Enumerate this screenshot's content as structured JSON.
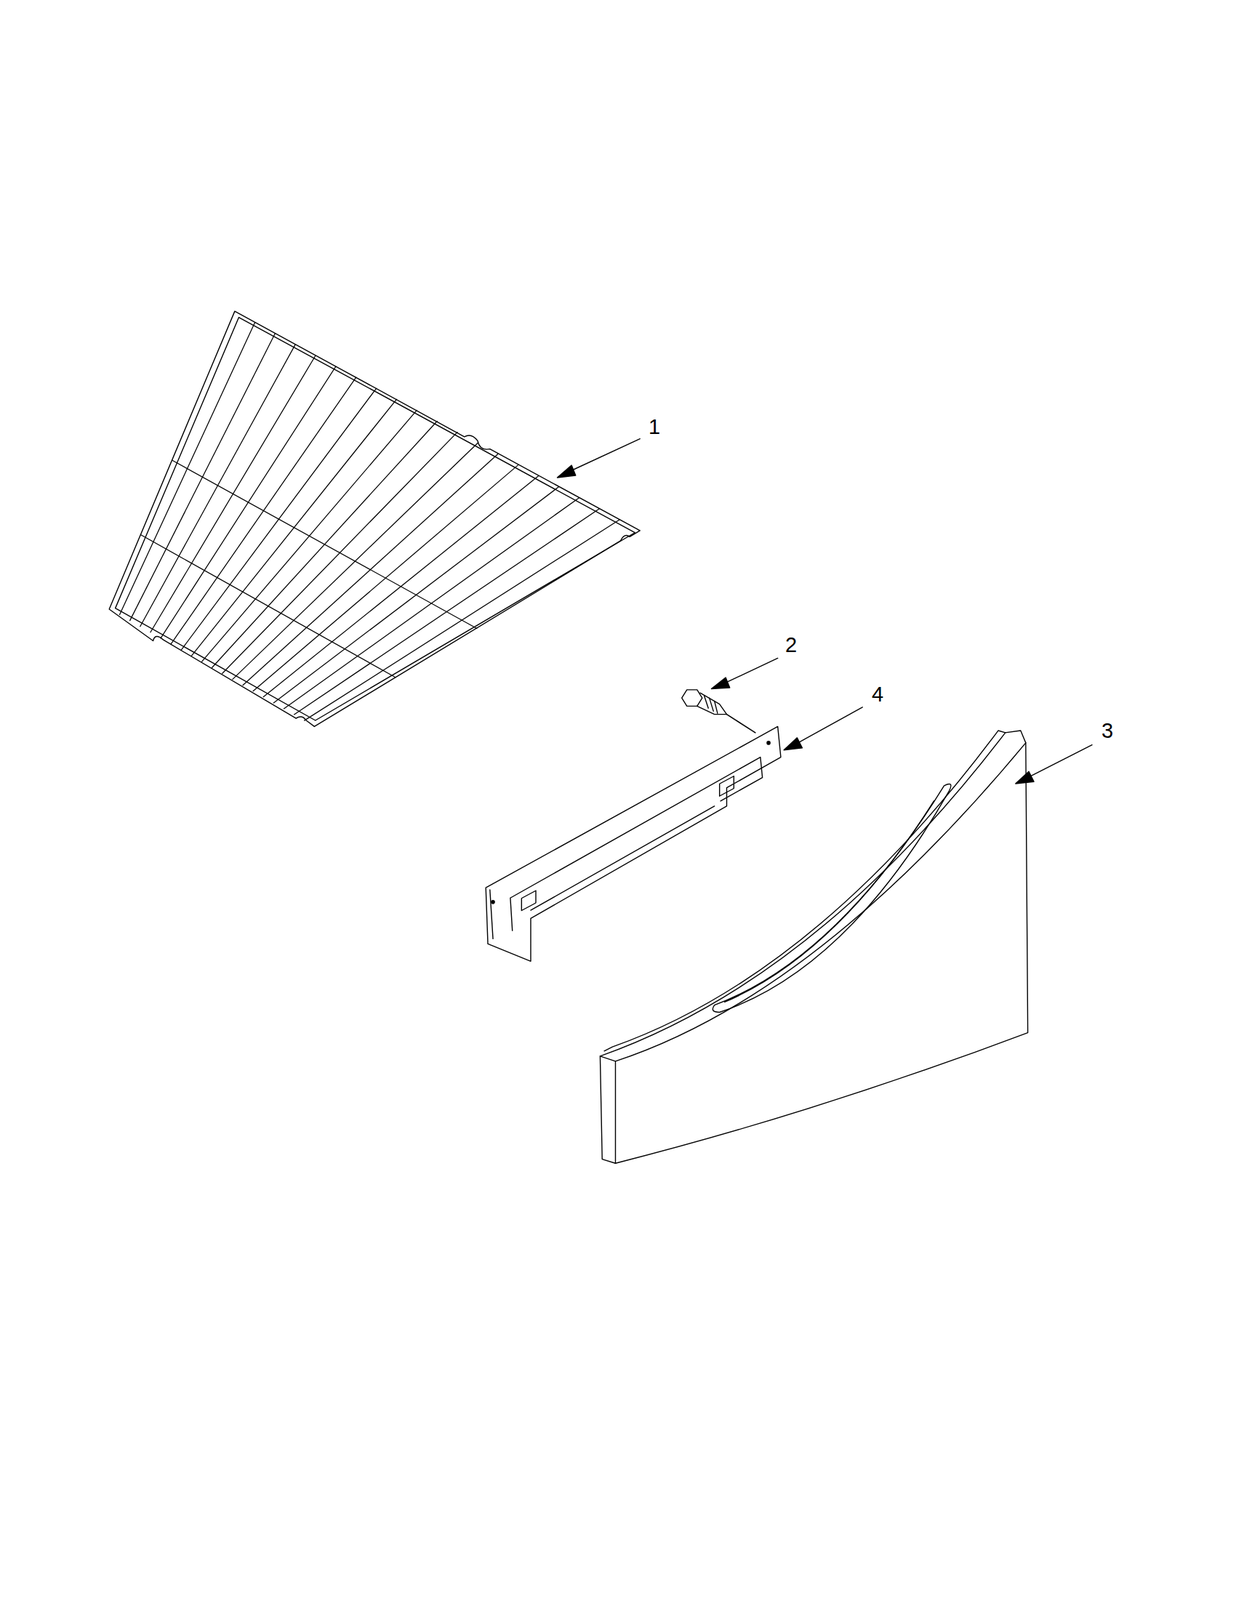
{
  "diagram": {
    "labels": [
      "1",
      "2",
      "4",
      "3"
    ]
  }
}
